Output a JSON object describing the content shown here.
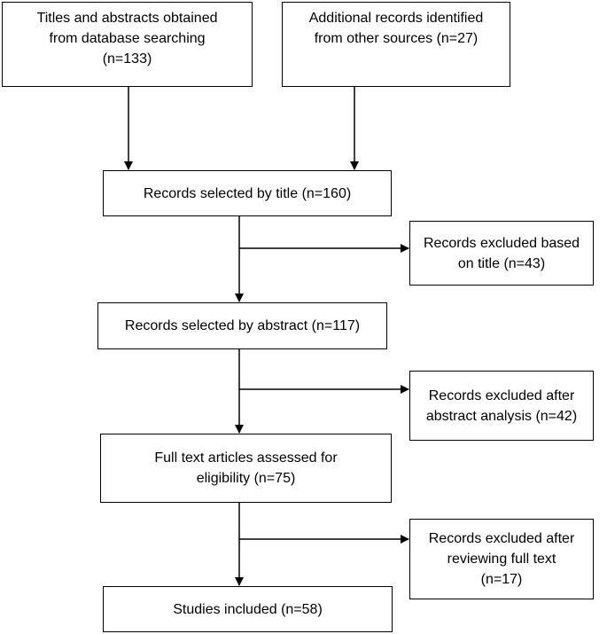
{
  "nodes": {
    "database": {
      "line1": "Titles and abstracts obtained",
      "line2": "from database searching",
      "line3": "(n=133)"
    },
    "other_sources": {
      "line1": "Additional records identified",
      "line2": "from other sources (n=27)"
    },
    "selected_title": {
      "line1": "Records selected by title (n=160)"
    },
    "excluded_title": {
      "line1": "Records excluded based",
      "line2": "on title (n=43)"
    },
    "selected_abstract": {
      "line1": "Records selected by abstract (n=117)"
    },
    "excluded_abstract": {
      "line1": "Records excluded after",
      "line2": "abstract analysis (n=42)"
    },
    "full_text": {
      "line1": "Full text articles assessed for",
      "line2": "eligibility (n=75)"
    },
    "excluded_full_text": {
      "line1": "Records excluded after",
      "line2": "reviewing full text",
      "line3": "(n=17)"
    },
    "included": {
      "line1": "Studies included (n=58)"
    }
  },
  "colors": {
    "stroke": "#000000",
    "background": "#ffffff"
  }
}
